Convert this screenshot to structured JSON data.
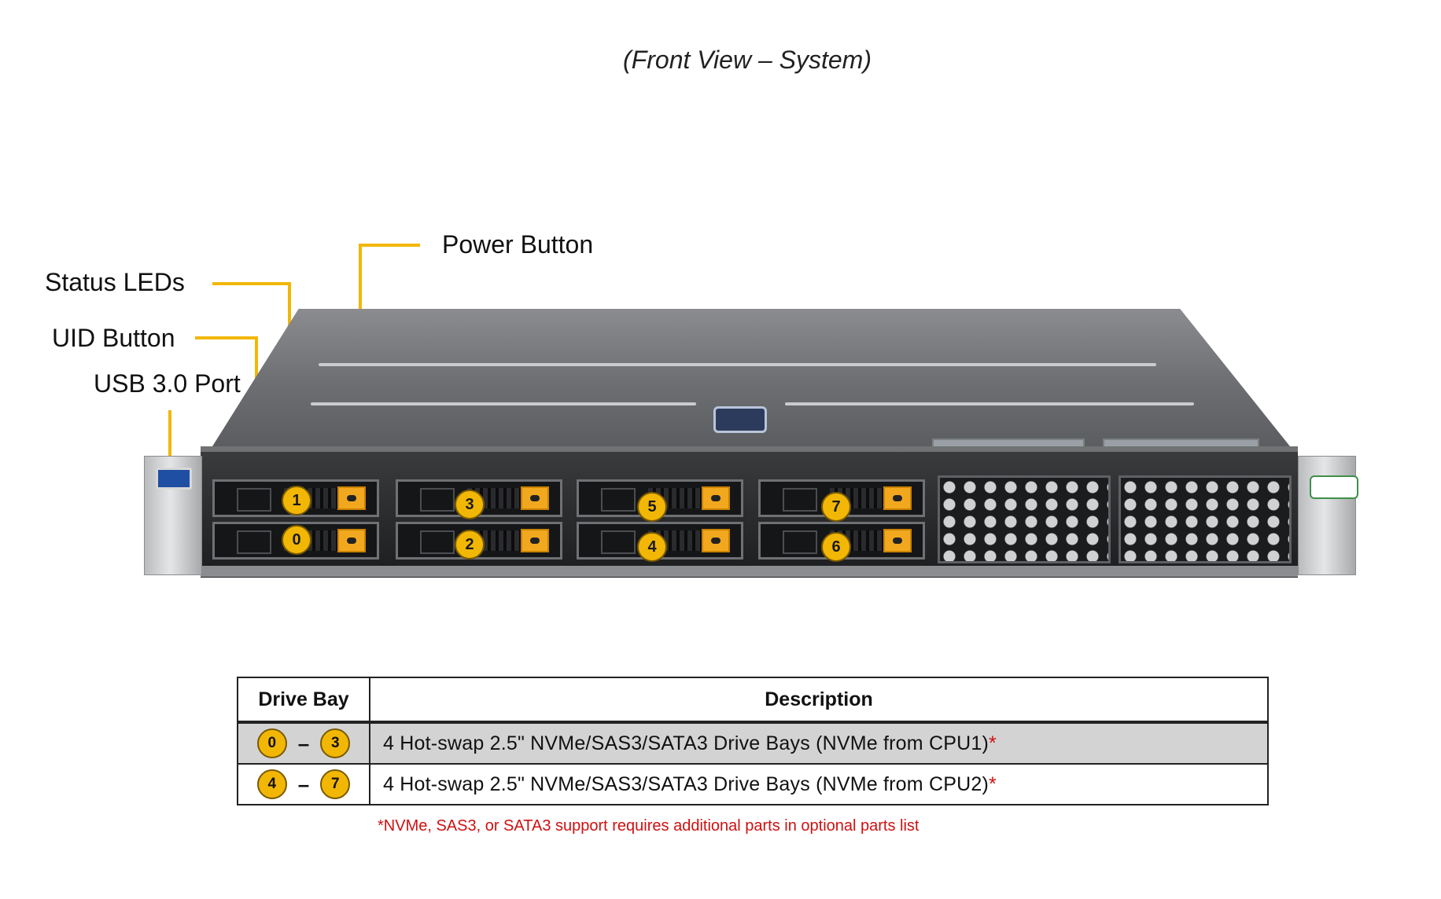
{
  "title": "(Front View – System)",
  "callouts": {
    "power_button": "Power Button",
    "status_leds": "Status LEDs",
    "uid_button": "UID Button",
    "usb_port": "USB 3.0 Port"
  },
  "bays": {
    "top_row": [
      "1",
      "3",
      "5",
      "7"
    ],
    "bottom_row": [
      "0",
      "2",
      "4",
      "6"
    ]
  },
  "table": {
    "header_bay": "Drive Bay",
    "header_desc": "Description",
    "rows": [
      {
        "start": "0",
        "dash": "–",
        "end": "3",
        "desc": "4 Hot-swap 2.5\" NVMe/SAS3/SATA3 Drive Bays (NVMe from CPU1)",
        "mark": "*"
      },
      {
        "start": "4",
        "dash": "–",
        "end": "7",
        "desc": "4 Hot-swap 2.5\" NVMe/SAS3/SATA3 Drive Bays (NVMe from CPU2)",
        "mark": "*"
      }
    ]
  },
  "footnote": "*NVMe, SAS3, or SATA3 support requires additional parts in optional parts list",
  "colors": {
    "callout_badge": "#f2b705",
    "drive_latch": "#f2a81e",
    "footnote": "#d01010"
  }
}
